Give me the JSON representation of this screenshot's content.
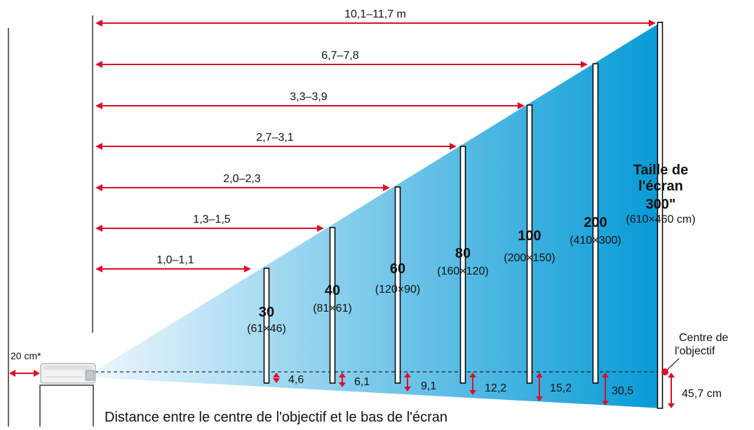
{
  "colors": {
    "arrow": "#d8102a",
    "screen_border": "#000000",
    "beam_light": "#ecf6fd",
    "beam_dark": "#069ad6",
    "lens_dot": "#d8102a"
  },
  "icons": [
    "projector-icon",
    "lens-center-dot"
  ],
  "distances": [
    {
      "label": "1,0–1,1"
    },
    {
      "label": "1,3–1,5"
    },
    {
      "label": "2,0–2,3"
    },
    {
      "label": "2,7–3,1"
    },
    {
      "label": "3,3–3,9"
    },
    {
      "label": "6,7–7,8"
    },
    {
      "label": "10,1–11,7 m"
    }
  ],
  "screens": [
    {
      "size": "30",
      "dims": "(61×46)",
      "offset": "4,6"
    },
    {
      "size": "40",
      "dims": "(81×61)",
      "offset": "6,1"
    },
    {
      "size": "60",
      "dims": "(120×90)",
      "offset": "9,1"
    },
    {
      "size": "80",
      "dims": "(160×120)",
      "offset": "12,2"
    },
    {
      "size": "100",
      "dims": "(200×150)",
      "offset": "15,2"
    },
    {
      "size": "200",
      "dims": "(410×300)",
      "offset": "30,5"
    },
    {
      "size": "",
      "dims": "(610×460 cm)",
      "offset": "45,7 cm"
    }
  ],
  "screen_title": {
    "line1": "Taille de",
    "line2": "l'écran",
    "line3": "300\""
  },
  "lens_label": {
    "line1": "Centre de",
    "line2": "l'objectif"
  },
  "clearance": "20 cm*",
  "caption": "Distance entre le centre de l'objectif et le bas de l'écran"
}
